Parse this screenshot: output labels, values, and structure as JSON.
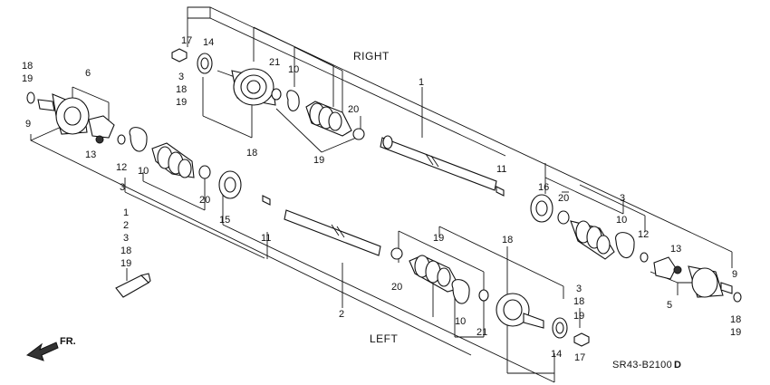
{
  "section_labels": {
    "right": "RIGHT",
    "left": "LEFT",
    "front": "FR."
  },
  "diagram_code": "SR43-B2100",
  "diagram_code_suffix": "D",
  "callouts": {
    "r_17": "17",
    "r_14": "14",
    "r_3": "3",
    "r_18": "18",
    "r_19": "19",
    "r_21": "21",
    "r_10": "10",
    "r_20": "20",
    "r_1": "1",
    "r_18b": "18",
    "r_19b": "19",
    "r_11": "11",
    "r_16": "16",
    "r_20b": "20",
    "r_3b": "3",
    "r_10b": "10",
    "r_12": "12",
    "r_13": "13",
    "r_9": "9",
    "r_5": "5",
    "r_18c": "18",
    "r_19c": "19",
    "l_18": "18",
    "l_19": "19",
    "l_9": "9",
    "l_6": "6",
    "l_13": "13",
    "l_12": "12",
    "l_10": "10",
    "l_3": "3",
    "l_20": "20",
    "l_15": "15",
    "l_11": "11",
    "g_1": "1",
    "g_2": "2",
    "g_3": "3",
    "g_18": "18",
    "g_19": "19",
    "l_2": "2",
    "l_19b": "19",
    "l_18b": "18",
    "l_20b": "20",
    "l_10b": "10",
    "l_21": "21",
    "l_3b": "3",
    "l_18c": "18",
    "l_19c": "19",
    "l_14": "14",
    "l_17": "17"
  }
}
